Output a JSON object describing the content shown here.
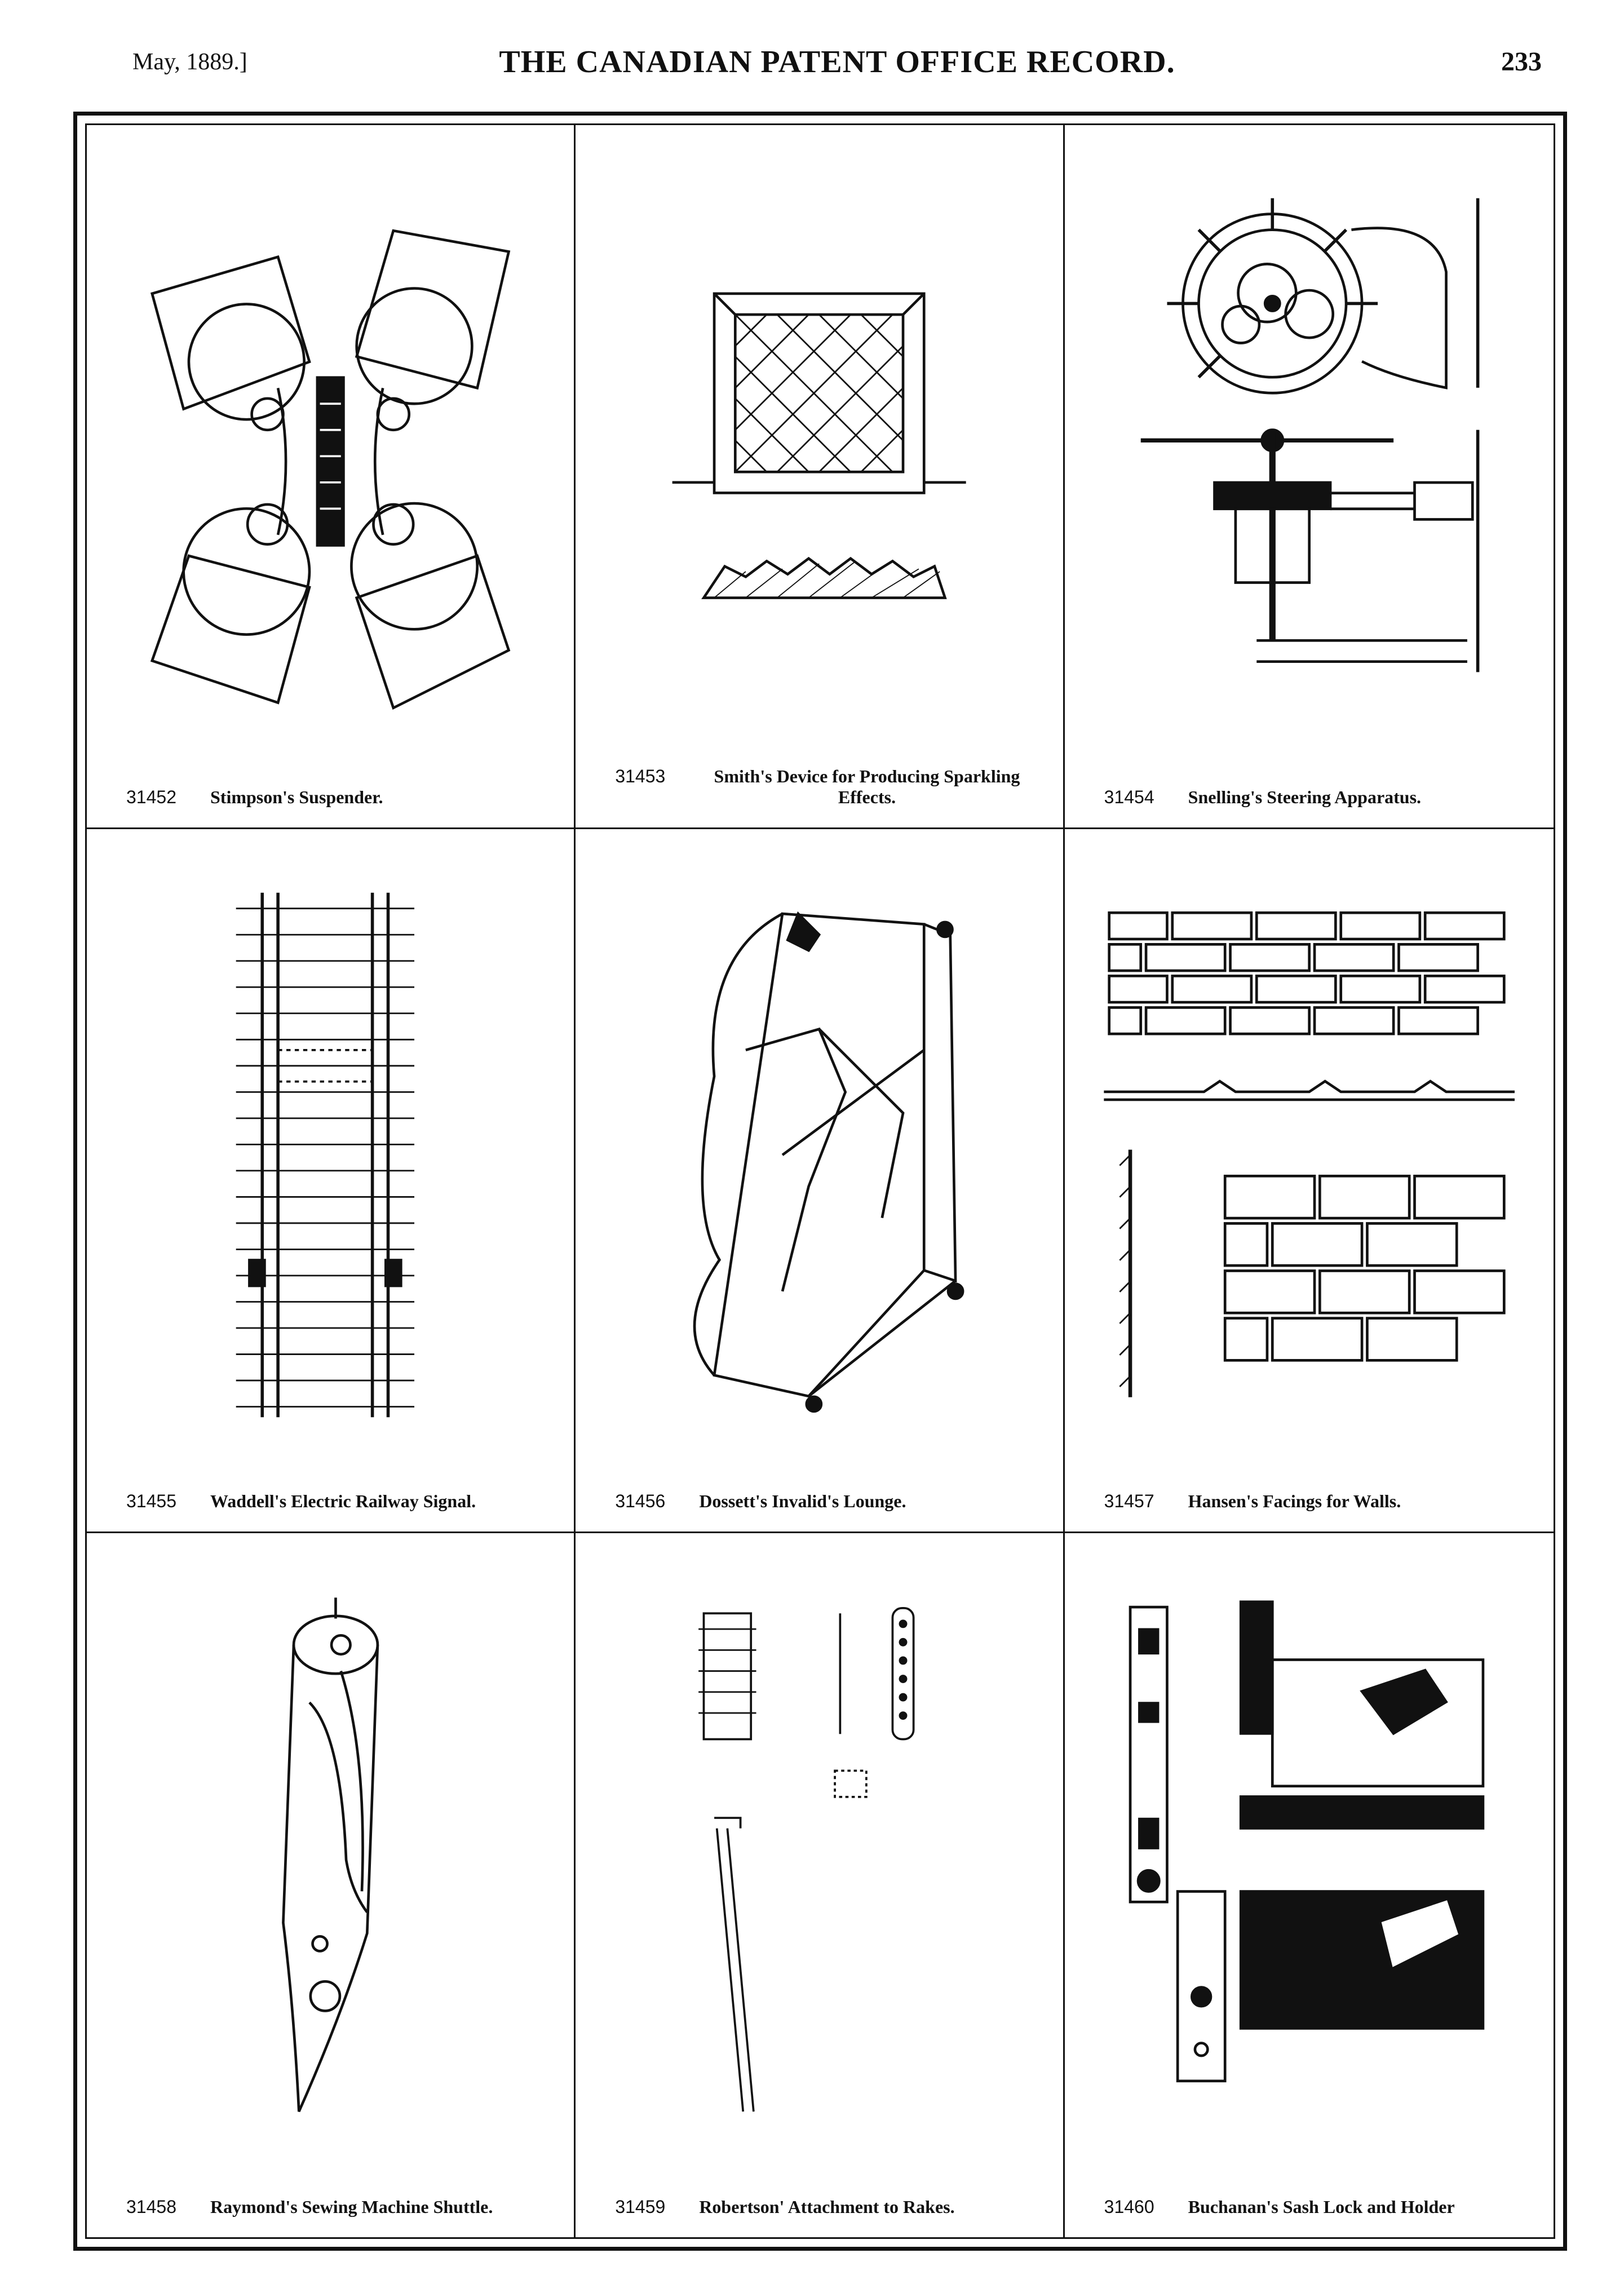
{
  "header": {
    "date": "May, 1889.]",
    "title": "THE CANADIAN PATENT OFFICE RECORD.",
    "page": "233"
  },
  "patents": [
    {
      "number": "31452",
      "title": "Stimpson's Suspender."
    },
    {
      "number": "31453",
      "title": "Smith's Device for Producing Sparkling Effects."
    },
    {
      "number": "31454",
      "title": "Snelling's Steering Apparatus."
    },
    {
      "number": "31455",
      "title": "Waddell's Electric Railway Signal."
    },
    {
      "number": "31456",
      "title": "Dossett's Invalid's Lounge."
    },
    {
      "number": "31457",
      "title": "Hansen's Facings for Walls."
    },
    {
      "number": "31458",
      "title": "Raymond's Sewing Machine Shuttle."
    },
    {
      "number": "31459",
      "title": "Robertson' Attachment to Rakes."
    },
    {
      "number": "31460",
      "title": "Buchanan's Sash Lock and Holder"
    }
  ]
}
